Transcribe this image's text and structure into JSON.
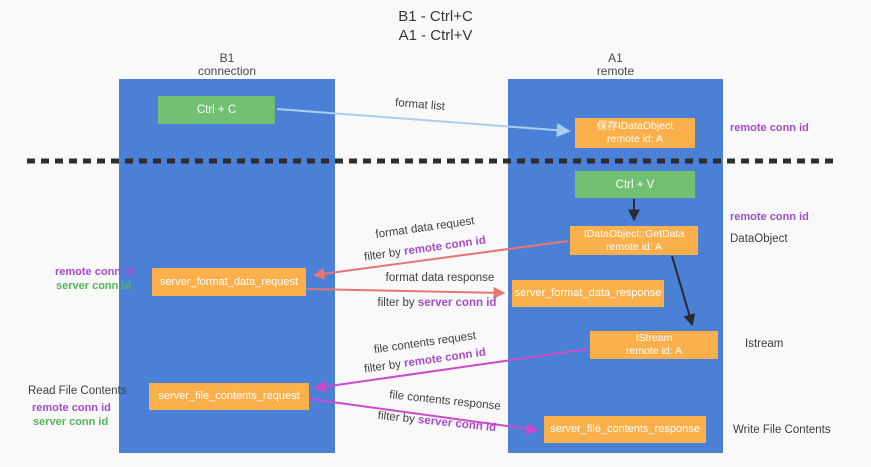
{
  "title": {
    "line1": "B1 - Ctrl+C",
    "line2": "A1 - Ctrl+V"
  },
  "lifelines": {
    "left": {
      "title": "B1",
      "subtitle": "connection"
    },
    "right": {
      "title": "A1",
      "subtitle": "remote"
    }
  },
  "nodes": {
    "ctrl_c": {
      "label": "Ctrl + C"
    },
    "save_idataobject": {
      "line1": "保存IDataObject",
      "line2": "remote id: A"
    },
    "ctrl_v": {
      "label": "Ctrl + V"
    },
    "getdata": {
      "line1": "IDataObject::GetData",
      "line2": "remote id: A"
    },
    "server_format_data_request": {
      "label": "server_format_data_request"
    },
    "server_format_data_response": {
      "label": "server_format_data_response"
    },
    "istream": {
      "line1": "IStream",
      "line2": "remote id: A"
    },
    "server_file_contents_request": {
      "label": "server_file_contents_request"
    },
    "server_file_contents_response": {
      "label": "server_file_contents_response"
    }
  },
  "annotations": {
    "right_remote_conn_id_top": "remote conn id",
    "right_remote_conn_id_mid": "remote conn id",
    "dataobject": "DataObject",
    "istream": "Istream",
    "write_file_contents": "Write File Contents",
    "left_remote_conn_id_fmt": "remote conn id",
    "left_server_conn_id_fmt": "server conn id",
    "read_file_contents": "Read File Contents",
    "left_remote_conn_id_file": "remote conn id",
    "left_server_conn_id_file": "server conn id"
  },
  "arrows": {
    "format_list": {
      "label": "format list"
    },
    "format_data_request": {
      "label": "format data request",
      "filter_prefix": "filter by ",
      "filter_key": "remote conn id"
    },
    "format_data_response": {
      "label": "format data response",
      "filter_prefix": "filter by ",
      "filter_key": "server conn id"
    },
    "file_contents_request": {
      "label": "file contents request",
      "filter_prefix": "filter by ",
      "filter_key": "remote conn id"
    },
    "file_contents_response": {
      "label": "file contents response",
      "filter_prefix": "filter by ",
      "filter_key": "server conn id"
    }
  },
  "colors": {
    "lifeline_blue": "#4a80d6",
    "node_green": "#72c073",
    "node_orange": "#fbb04b",
    "arrow_light_blue": "#a9cfef",
    "arrow_red": "#e87474",
    "arrow_magenta": "#cb4bcb",
    "arrow_black": "#2b2b2b",
    "annotation_purple": "#a64cc8",
    "annotation_green": "#53b559",
    "background": "#f9f9f9"
  }
}
